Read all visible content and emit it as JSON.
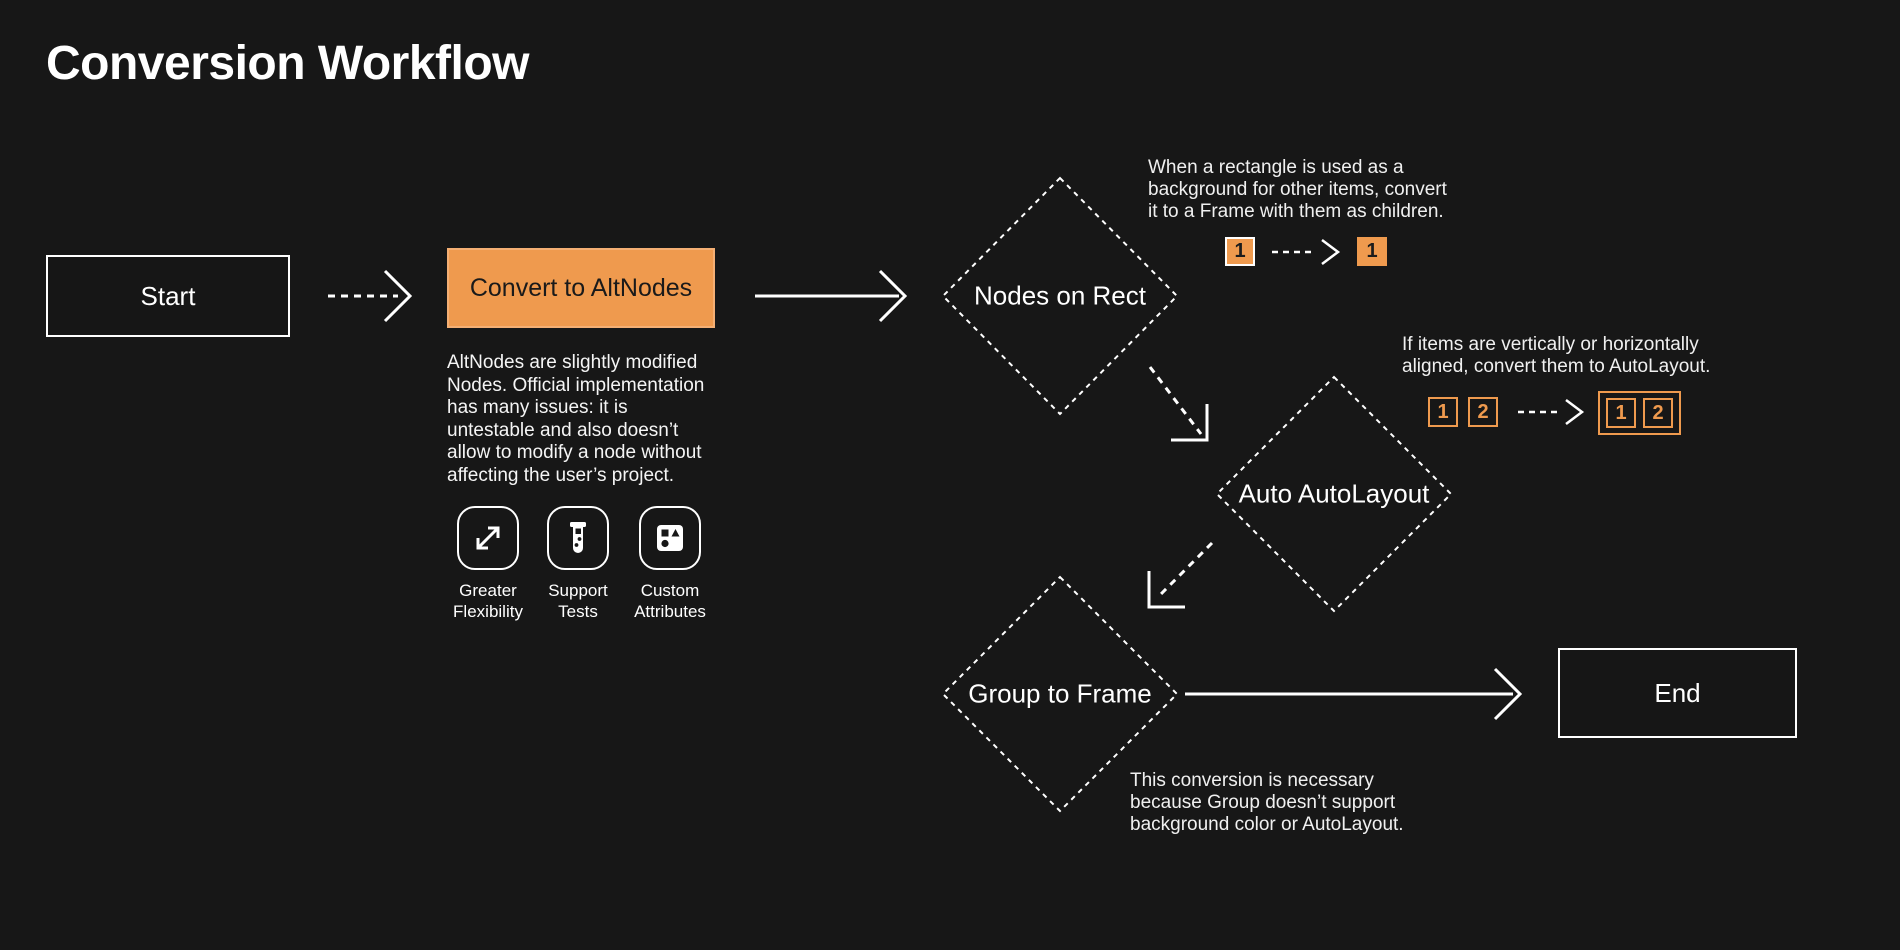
{
  "page": {
    "title": "Conversion Workflow",
    "background_color": "#171717",
    "accent_color": "#EF9A4E",
    "line_color": "#FFFFFF"
  },
  "nodes": {
    "start": {
      "label": "Start",
      "type": "terminal"
    },
    "convert": {
      "label": "Convert to AltNodes",
      "type": "process"
    },
    "nodes_on_rect": {
      "label": "Nodes on Rect",
      "type": "decision"
    },
    "auto_autolayout": {
      "label": "Auto AutoLayout",
      "type": "decision"
    },
    "group_to_frame": {
      "label": "Group to Frame",
      "type": "decision"
    },
    "end": {
      "label": "End",
      "type": "terminal"
    }
  },
  "description": {
    "text": "AltNodes are slightly modified\nNodes. Official implementation\nhas many issues: it is\nuntestable and also doesn’t\nallow to modify a node without\naffecting the user’s project."
  },
  "features": [
    {
      "icon": "expand-arrows-icon",
      "label": "Greater\nFlexibility"
    },
    {
      "icon": "test-tube-icon",
      "label": "Support\nTests"
    },
    {
      "icon": "shapes-icon",
      "label": "Custom\nAttributes"
    }
  ],
  "annotations": {
    "nodes_on_rect": {
      "text": "When a rectangle is used as a\nbackground for other items, convert\nit to a Frame with them as children.",
      "before_item": "1",
      "after_item": "1"
    },
    "auto_autolayout": {
      "text": "If items are vertically or horizontally\naligned, convert them to AutoLayout.",
      "items_before": [
        "1",
        "2"
      ],
      "items_after": [
        "1",
        "2"
      ]
    },
    "group_to_frame": {
      "text": "This conversion is necessary\nbecause Group doesn’t support\nbackground color or AutoLayout."
    }
  }
}
